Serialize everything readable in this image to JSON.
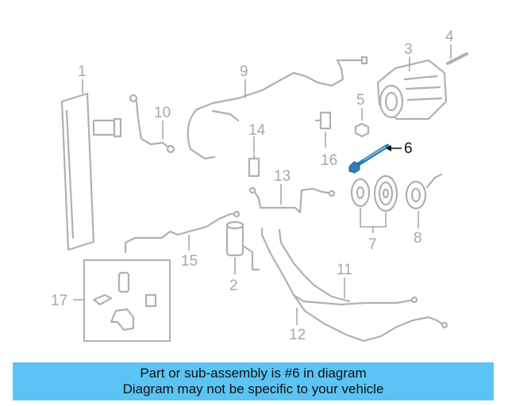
{
  "callouts": {
    "c1": "1",
    "c2": "2",
    "c3": "3",
    "c4": "4",
    "c5": "5",
    "c6": "6",
    "c7": "7",
    "c8": "8",
    "c9": "9",
    "c10": "10",
    "c11": "11",
    "c12": "12",
    "c13": "13",
    "c14": "14",
    "c15": "15",
    "c16": "16",
    "c17": "17"
  },
  "highlighted_part": "6",
  "colors": {
    "highlight": "#2f7fb8",
    "parts": "#b0b0b0",
    "banner": "#5bc4f5"
  },
  "banner": {
    "line1": "Part or sub-assembly is #6 in diagram",
    "line2": "Diagram may not be specific to your vehicle"
  }
}
